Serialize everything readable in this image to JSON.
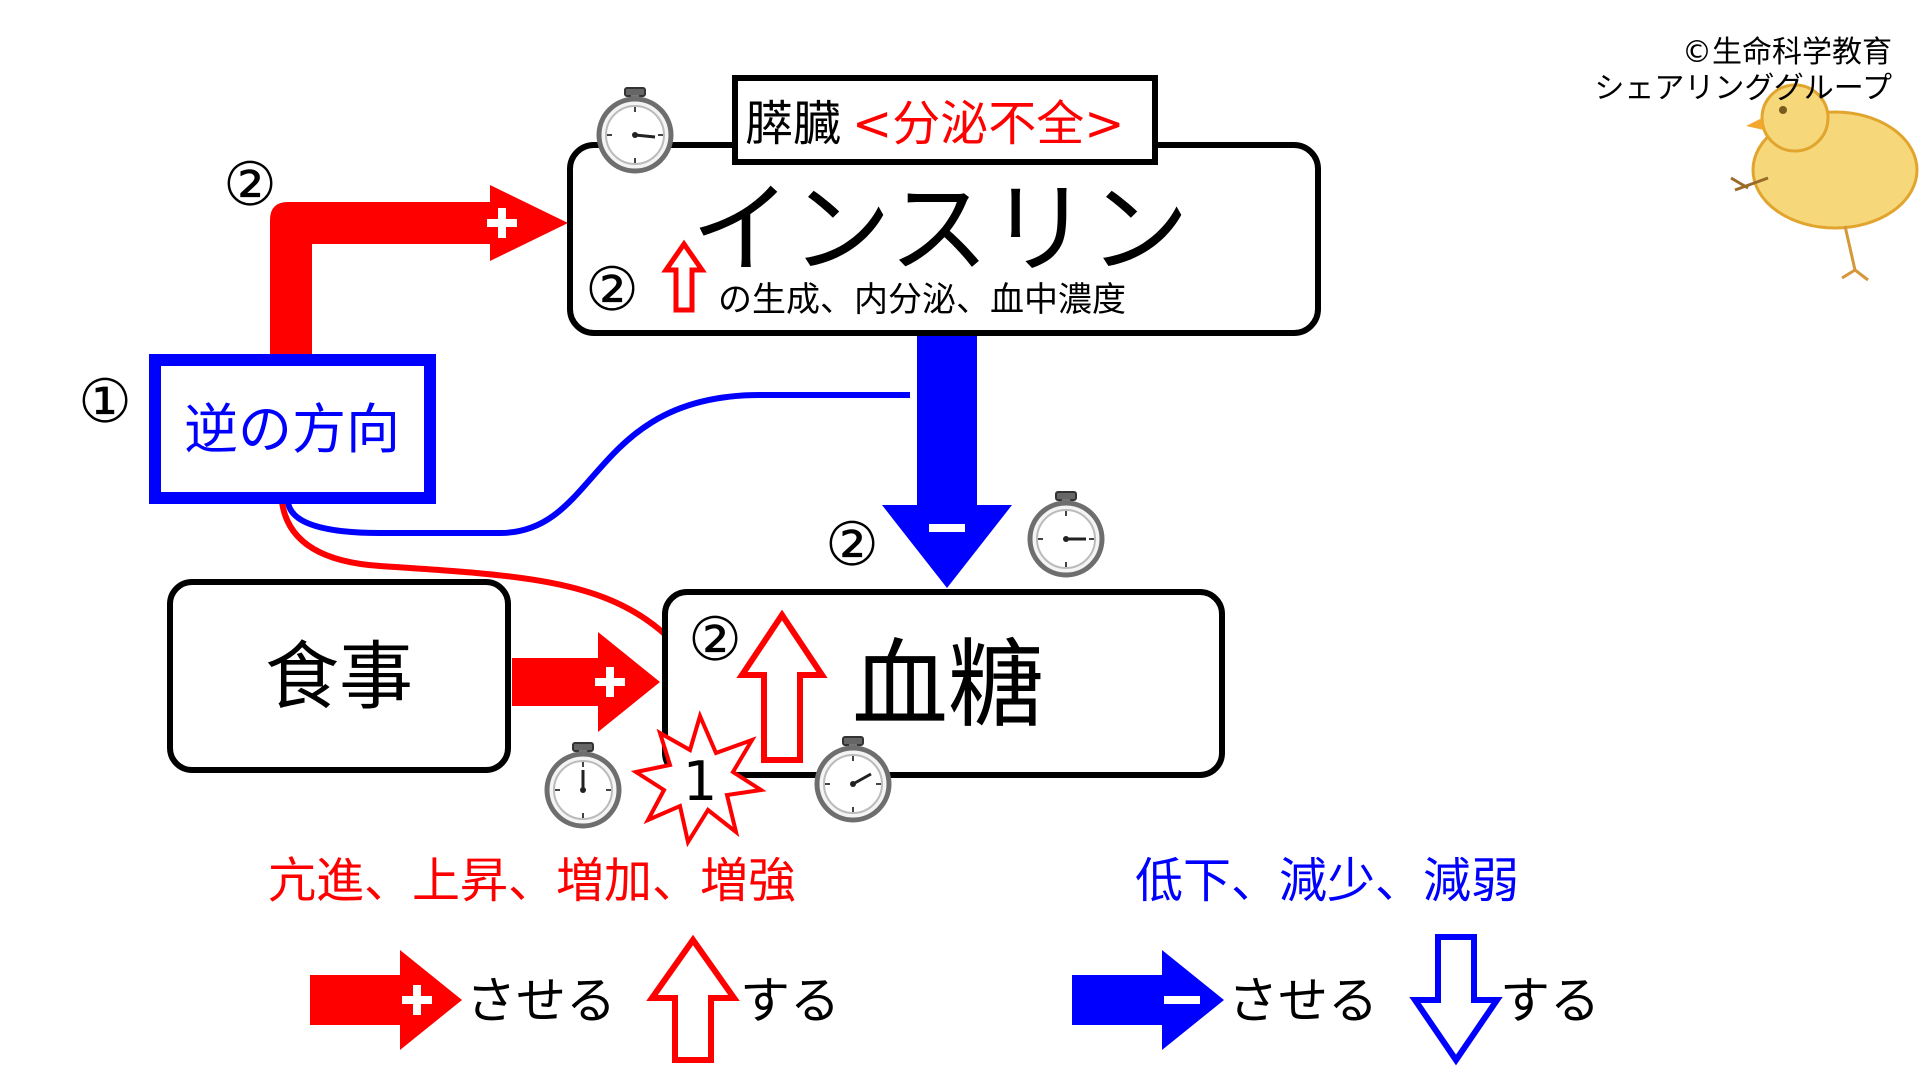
{
  "copyright": {
    "line1": "©生命科学教育",
    "line2": "シェアリンググループ"
  },
  "pancreas_label": {
    "organ": "膵臓",
    "condition": "<分泌不全>"
  },
  "insulin_box": {
    "title": "インスリン",
    "subtitle": "の生成、内分泌、血中濃度",
    "marker": "②"
  },
  "reverse_box": {
    "label": "逆の方向",
    "marker": "①"
  },
  "meal_box": {
    "label": "食事"
  },
  "glucose_box": {
    "label": "血糖",
    "marker": "②"
  },
  "markers": {
    "positive_arrow": "②",
    "negative_arrow": "②",
    "start_burst": "1"
  },
  "legend": {
    "red_words": "亢進、上昇、増加、増強",
    "blue_words": "低下、減少、減弱",
    "red_arrow_text": "させる",
    "red_up_text": "する",
    "blue_arrow_text": "させる",
    "blue_down_text": "する"
  },
  "colors": {
    "red": "#ff0000",
    "blue": "#0000ff",
    "black": "#000000"
  },
  "icons": [
    "stopwatch-icon",
    "explosion-icon",
    "chick-illustration",
    "plus-icon",
    "minus-icon"
  ]
}
